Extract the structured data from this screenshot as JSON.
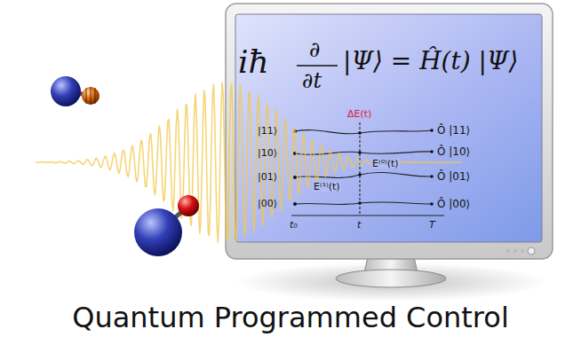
{
  "diagram": {
    "caption": "Quantum Programmed Control",
    "labels": [
      "iħ",
      "∂",
      "∂t",
      "|Ψ⟩ = Ĥ(t) |Ψ⟩",
      "ΔE(t)",
      "|11⟩",
      "|10⟩",
      "|01⟩",
      "|00⟩",
      "E⁽¹⁾(t)",
      "E⁽⁰⁾(t)",
      "Ô |11⟩",
      "Ô |10⟩",
      "Ô |01⟩",
      "Ô |00⟩",
      "t₀",
      "t",
      "T"
    ]
  }
}
